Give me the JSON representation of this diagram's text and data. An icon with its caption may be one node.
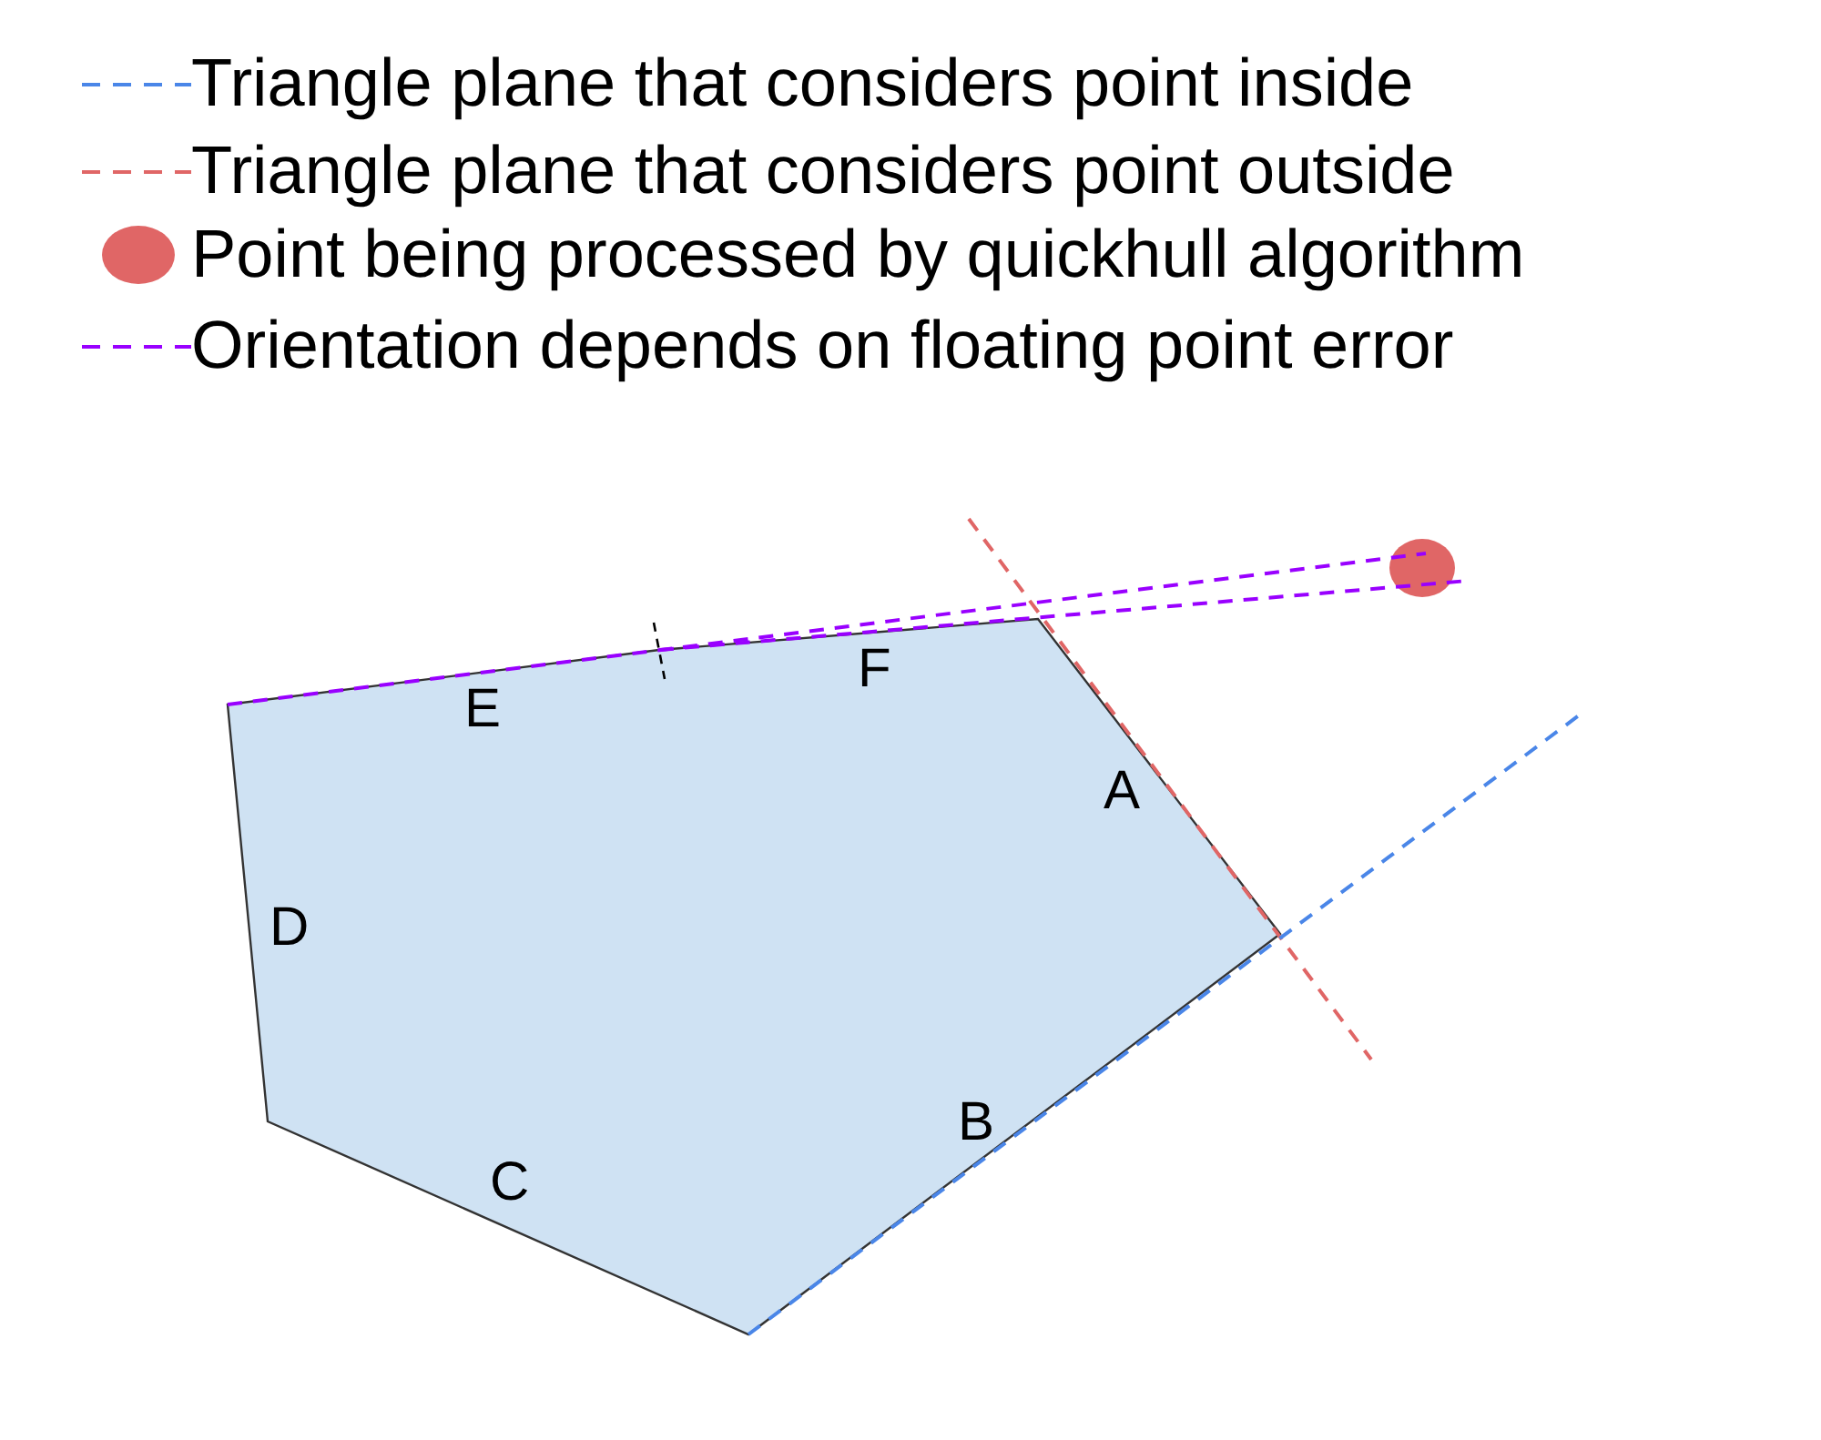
{
  "diagram": {
    "labels": [
      "E",
      "F",
      "A",
      "D",
      "B",
      "C"
    ],
    "legend": [
      {
        "text": "Triangle plane that considers point inside"
      },
      {
        "text": "Triangle plane that considers point outside"
      },
      {
        "text": "Point being processed by quickhull algorithm",
        "color": "#e06666"
      },
      {
        "text": "Orientation depends on floating point error"
      }
    ]
  }
}
